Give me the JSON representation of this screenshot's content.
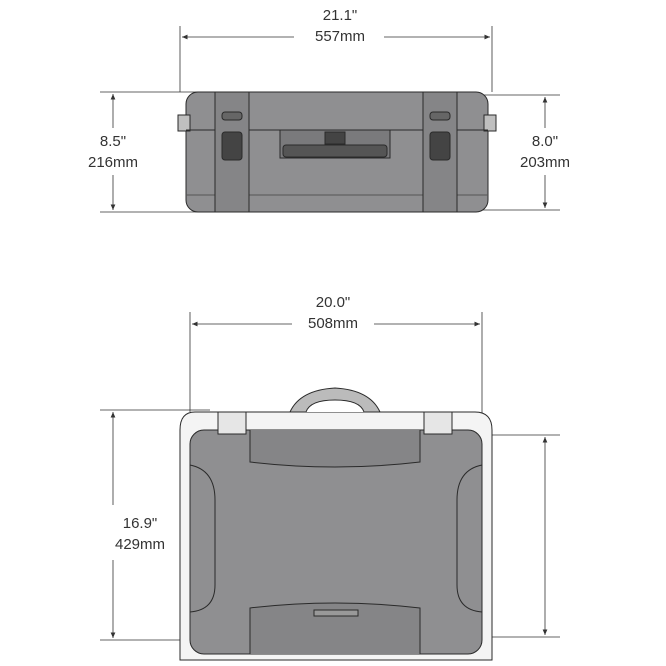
{
  "dimensions": {
    "front_width": {
      "inches": "21.1\"",
      "mm": "557mm"
    },
    "front_height_left": {
      "inches": "8.5\"",
      "mm": "216mm"
    },
    "front_height_right": {
      "inches": "8.0\"",
      "mm": "203mm"
    },
    "top_width": {
      "inches": "20.0\"",
      "mm": "508mm"
    },
    "top_depth": {
      "inches": "16.9\"",
      "mm": "429mm"
    }
  },
  "colors": {
    "case": "#8f8f91",
    "line": "#333333"
  }
}
